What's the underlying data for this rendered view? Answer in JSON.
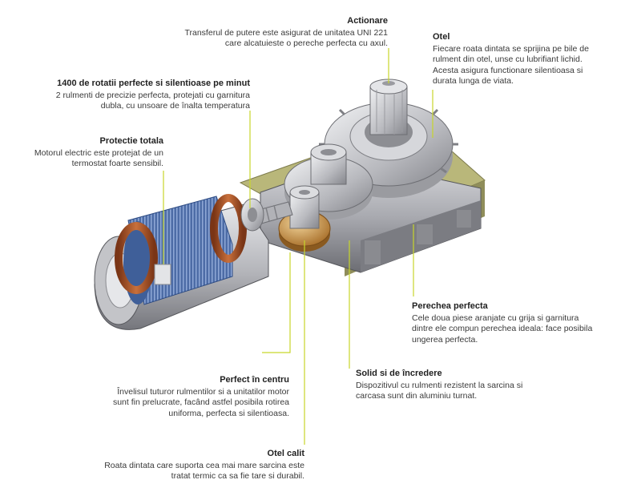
{
  "callouts": {
    "actionare": {
      "title": "Actionare",
      "text": "Transferul de putere este asigurat de unitatea UNI 221 care alcatuieste o pereche perfecta cu axul."
    },
    "otel": {
      "title": "Otel",
      "text": "Fiecare roata dintata se sprijina pe bile de rulment din otel, unse cu lubrifiant lichid. Acesta asigura functionare silentioasa si durata lunga de viata."
    },
    "rotatii": {
      "title": "1400 de rotatii perfecte si silentioase pe minut",
      "text": "2 rulmenti de precizie perfecta, protejati cu garnitura dubla, cu unsoare de înalta temperatura"
    },
    "protectie": {
      "title": "Protectie totala",
      "text": "Motorul electric este protejat de un termostat foarte sensibil."
    },
    "perechea": {
      "title": "Perechea perfecta",
      "text": "Cele doua piese aranjate cu grija si garnitura dintre ele compun perechea ideala: face posibila ungerea perfecta."
    },
    "solid": {
      "title": "Solid si de încredere",
      "text": "Dispozitivul cu rulmenti rezistent la sarcina si carcasa sunt din aluminiu turnat."
    },
    "centru": {
      "title": "Perfect în centru",
      "text": "Învelisul tuturor rulmentilor si a unitatilor motor sunt fin prelucrate, facând astfel posibila rotirea uniforma, perfecta si silentioasa."
    },
    "calit": {
      "title": "Otel calit",
      "text": "Roata dintata care suporta cea mai mare sarcina este tratat termic ca sa fie tare si durabil."
    }
  },
  "colors": {
    "leader_line": "#c7d62a",
    "housing": "#a9aab0",
    "housing_dark": "#6f7076",
    "flange": "#b9b77a",
    "copper": "#a4542b",
    "stator_blue": "#4e6fa8",
    "gear_steel": "#c9cacf",
    "brass": "#c99a4a"
  }
}
